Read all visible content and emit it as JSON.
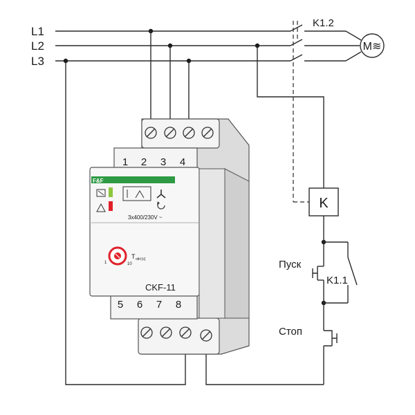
{
  "lines": {
    "l1": "L1",
    "l2": "L2",
    "l3": "L3"
  },
  "contactor": {
    "main_contact_label": "K1.2",
    "coil_label": "K",
    "aux_contact_label": "K1.1"
  },
  "motor": {
    "label": "M≋"
  },
  "buttons": {
    "start_label": "Пуск",
    "stop_label": "Стоп"
  },
  "relay": {
    "top_terminals": [
      "1",
      "2",
      "3",
      "4"
    ],
    "bottom_terminals": [
      "5",
      "6",
      "7",
      "8"
    ],
    "rating": "3x400/230V ~",
    "knob_label": "T",
    "knob_subscript": "otkl [c]",
    "knob_min": "1",
    "knob_max": "10",
    "model": "CKF-11",
    "brand": "F&F"
  },
  "colors": {
    "panel_green": "#2e9a44",
    "status_green": "#8ec63f",
    "status_red": "#e0212b",
    "knob_red": "#e0212b",
    "housing": "#f4f4f4",
    "housing_shade": "#dcdcdc"
  }
}
